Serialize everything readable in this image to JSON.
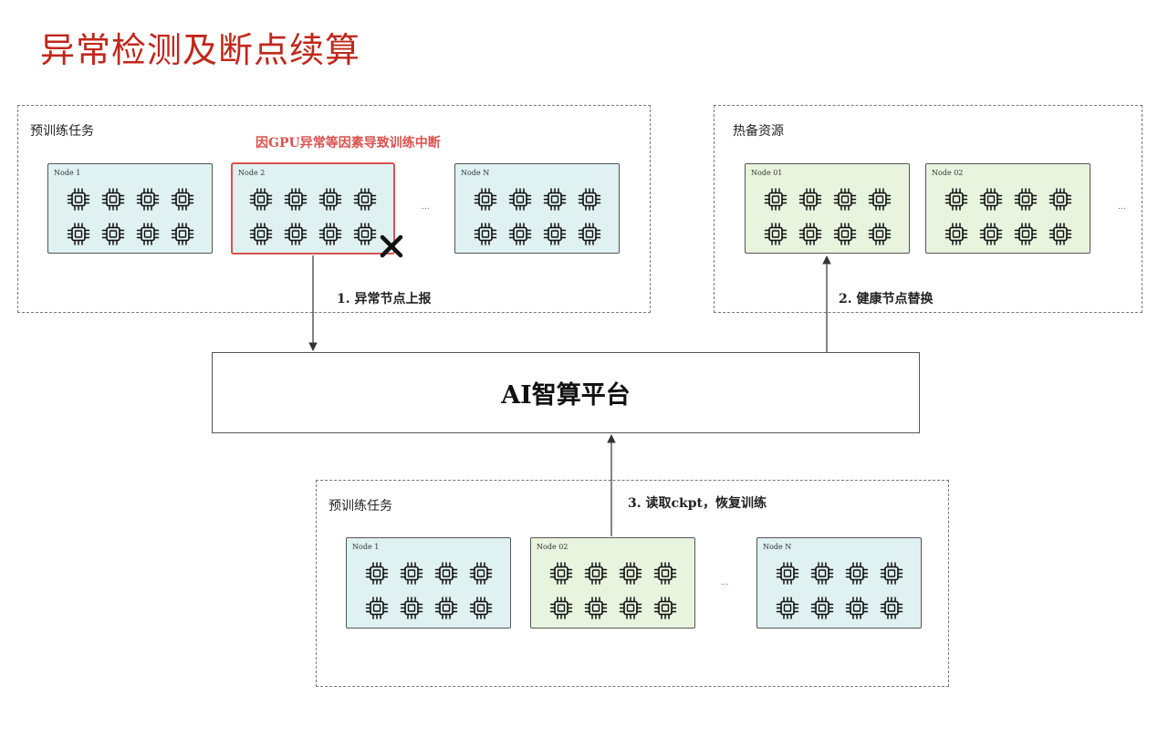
{
  "title": "异常检测及断点续算",
  "groups": {
    "top_left": {
      "label": "预训练任务",
      "error_note": "因GPU异常等因素导致训练中断",
      "nodes": [
        "Node 1",
        "Node 2",
        "Node N"
      ],
      "ellipsis": "..."
    },
    "top_right": {
      "label": "热备资源",
      "nodes": [
        "Node 01",
        "Node 02"
      ],
      "ellipsis": "..."
    },
    "bottom": {
      "label": "预训练任务",
      "nodes": [
        "Node 1",
        "Node 02",
        "Node N"
      ],
      "ellipsis": "..."
    }
  },
  "platform": "AI智算平台",
  "arrows": {
    "report": "1. 异常节点上报",
    "replace": "2. 健康节点替换",
    "resume": "3. 读取ckpt，恢复训练"
  },
  "colors": {
    "title": "#c0281c",
    "error": "#d9534f",
    "node_blue": "#dff1f1",
    "node_green": "#e9f4df"
  },
  "icons": {
    "chip": "gpu-chip-icon",
    "failure": "x-mark-icon"
  }
}
